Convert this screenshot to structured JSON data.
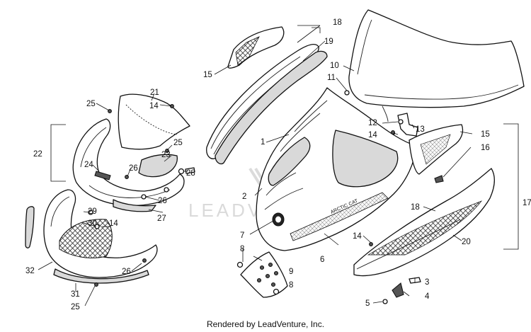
{
  "watermark": "LEADVENTURE",
  "decal_text": "ARCTIC CAT",
  "footer": "Rendered by LeadVenture, Inc.",
  "callouts": {
    "c1": "1",
    "c2": "2",
    "c3": "3",
    "c4": "4",
    "c5": "5",
    "c6": "6",
    "c7": "7",
    "c8a": "8",
    "c8b": "8",
    "c9": "9",
    "c10": "10",
    "c11": "11",
    "c12": "12",
    "c13": "13",
    "c14a": "14",
    "c14b": "14",
    "c14c": "14",
    "c14d": "14",
    "c15a": "15",
    "c15b": "15",
    "c16": "16",
    "c17": "17",
    "c18a": "18",
    "c18b": "18",
    "c19": "19",
    "c20": "20",
    "c21": "21",
    "c22": "22",
    "c23": "23",
    "c24": "24",
    "c25a": "25",
    "c25b": "25",
    "c25c": "25",
    "c26a": "26",
    "c26b": "26",
    "c26c": "26",
    "c27": "27",
    "c28": "28",
    "c29": "29",
    "c30": "30",
    "c31": "31",
    "c32": "32"
  }
}
